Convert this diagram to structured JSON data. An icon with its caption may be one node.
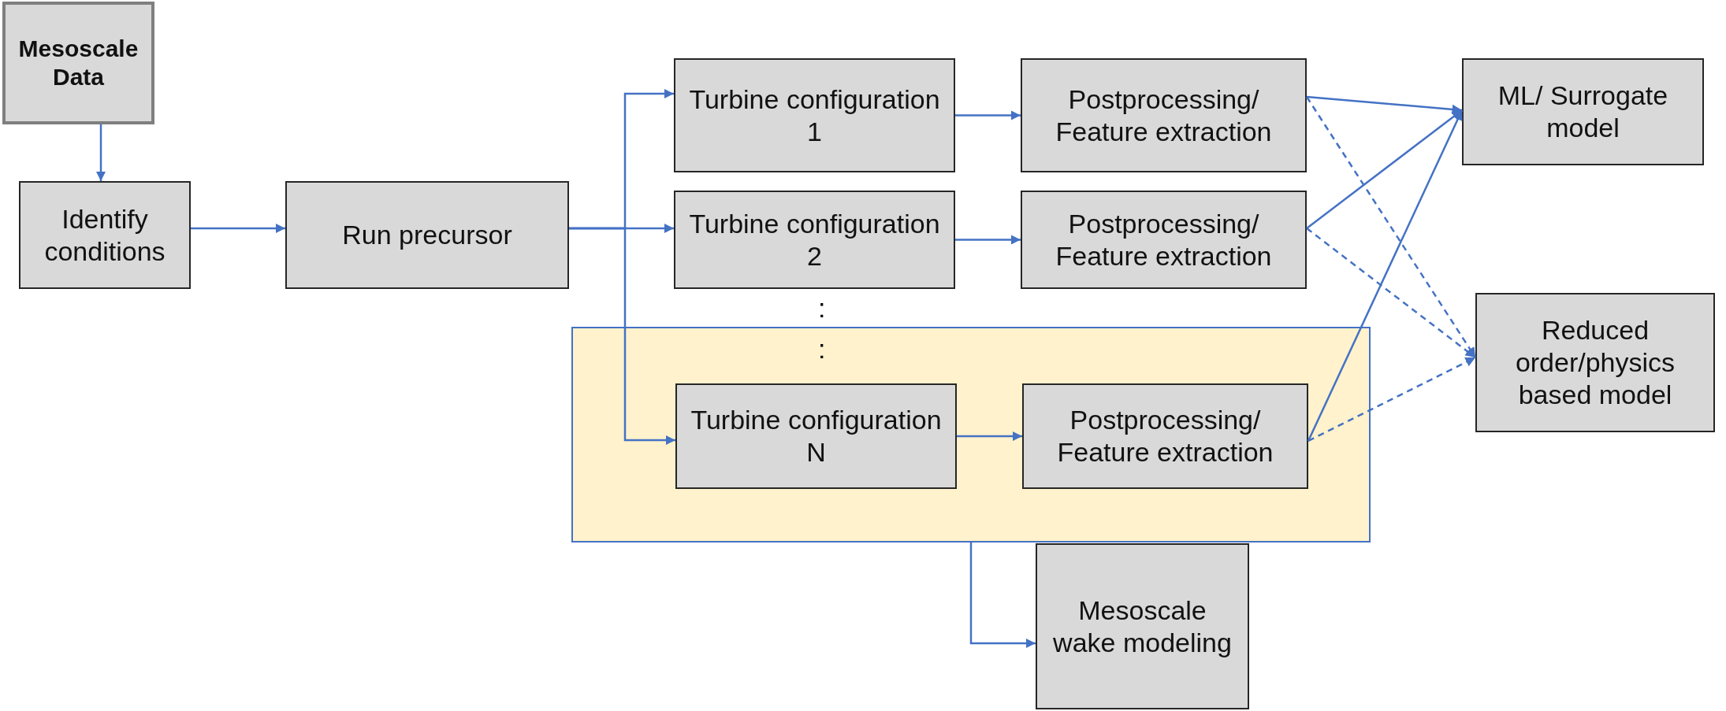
{
  "diagram": {
    "nodes": [
      {
        "text": [
          "Mesoscale Data"
        ]
      },
      {
        "text": [
          "Identify conditions"
        ]
      },
      {
        "text": [
          "Run precursor"
        ]
      },
      {
        "text": [],
        "shape": "box"
      },
      {
        "text": [
          "Turbine configuration 1"
        ]
      },
      {
        "text": [
          "Postprocessing/ Feature extraction"
        ]
      },
      {
        "text": [
          "Turbine configuration 2"
        ]
      },
      {
        "text": [
          "Postprocessing/ Feature extraction"
        ]
      },
      {
        "text": [
          "Turbine configuration N"
        ],
        "in": 3
      },
      {
        "text": [
          "Postprocessing/ Feature extraction"
        ],
        "in": 3
      },
      {
        "text": [
          "ML/ Surrogate model"
        ]
      },
      {
        "text": [
          "Reduced order/physics based model"
        ]
      },
      {
        "text": [
          "Mesoscale wake modeling"
        ]
      }
    ],
    "edges": [
      {
        "from": 0,
        "to": 1,
        "arrow": "to"
      },
      {
        "from": 1,
        "to": 2,
        "arrow": "to"
      },
      {
        "from": 2,
        "to": 4,
        "arrow": "to"
      },
      {
        "from": 2,
        "to": 6,
        "arrow": "to"
      },
      {
        "from": 2,
        "to": 8,
        "arrow": "to"
      },
      {
        "from": 4,
        "to": 5,
        "arrow": "to"
      },
      {
        "from": 6,
        "to": 7,
        "arrow": "to"
      },
      {
        "from": 8,
        "to": 9,
        "arrow": "to"
      },
      {
        "from": 5,
        "to": 10,
        "arrow": "to"
      },
      {
        "from": 7,
        "to": 10,
        "arrow": "to"
      },
      {
        "from": 9,
        "to": 10,
        "arrow": "to"
      },
      {
        "from": 5,
        "to": 11,
        "arrow": "to",
        "style": "dashed"
      },
      {
        "from": 7,
        "to": 11,
        "arrow": "to",
        "style": "dashed"
      },
      {
        "from": 9,
        "to": 11,
        "arrow": "to",
        "style": "dashed"
      },
      {
        "from": 3,
        "to": 12,
        "arrow": "to"
      }
    ],
    "labels": [
      ":",
      ":"
    ]
  }
}
